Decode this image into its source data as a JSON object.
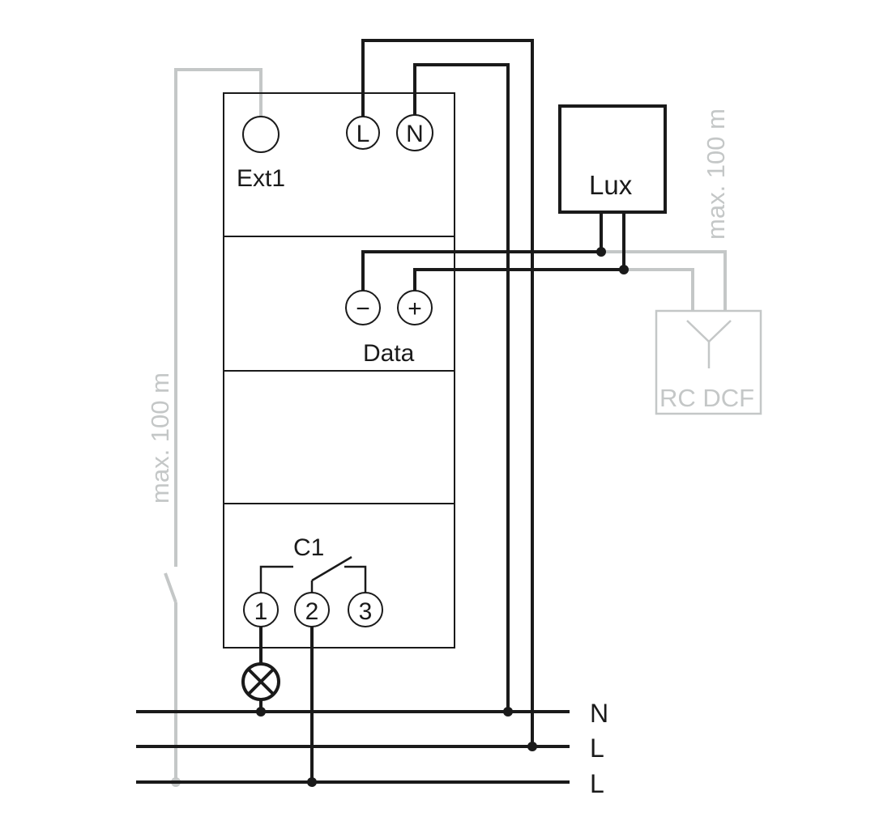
{
  "device": {
    "ext_label": "Ext1",
    "terminal_l": "L",
    "terminal_n": "N",
    "data_minus": "−",
    "data_plus": "+",
    "data_label": "Data",
    "channel_label": "C1",
    "contact_1": "1",
    "contact_2": "2",
    "contact_3": "3"
  },
  "sensor": {
    "lux_label": "Lux"
  },
  "receiver": {
    "label": "RC DCF"
  },
  "distance_limits": {
    "left": "max. 100 m",
    "right": "max. 100 m"
  },
  "bus_lines": {
    "n": "N",
    "l1": "L",
    "l2": "L"
  },
  "colors": {
    "line": "#1a1a1a",
    "optional_line": "#c4c7c7"
  }
}
